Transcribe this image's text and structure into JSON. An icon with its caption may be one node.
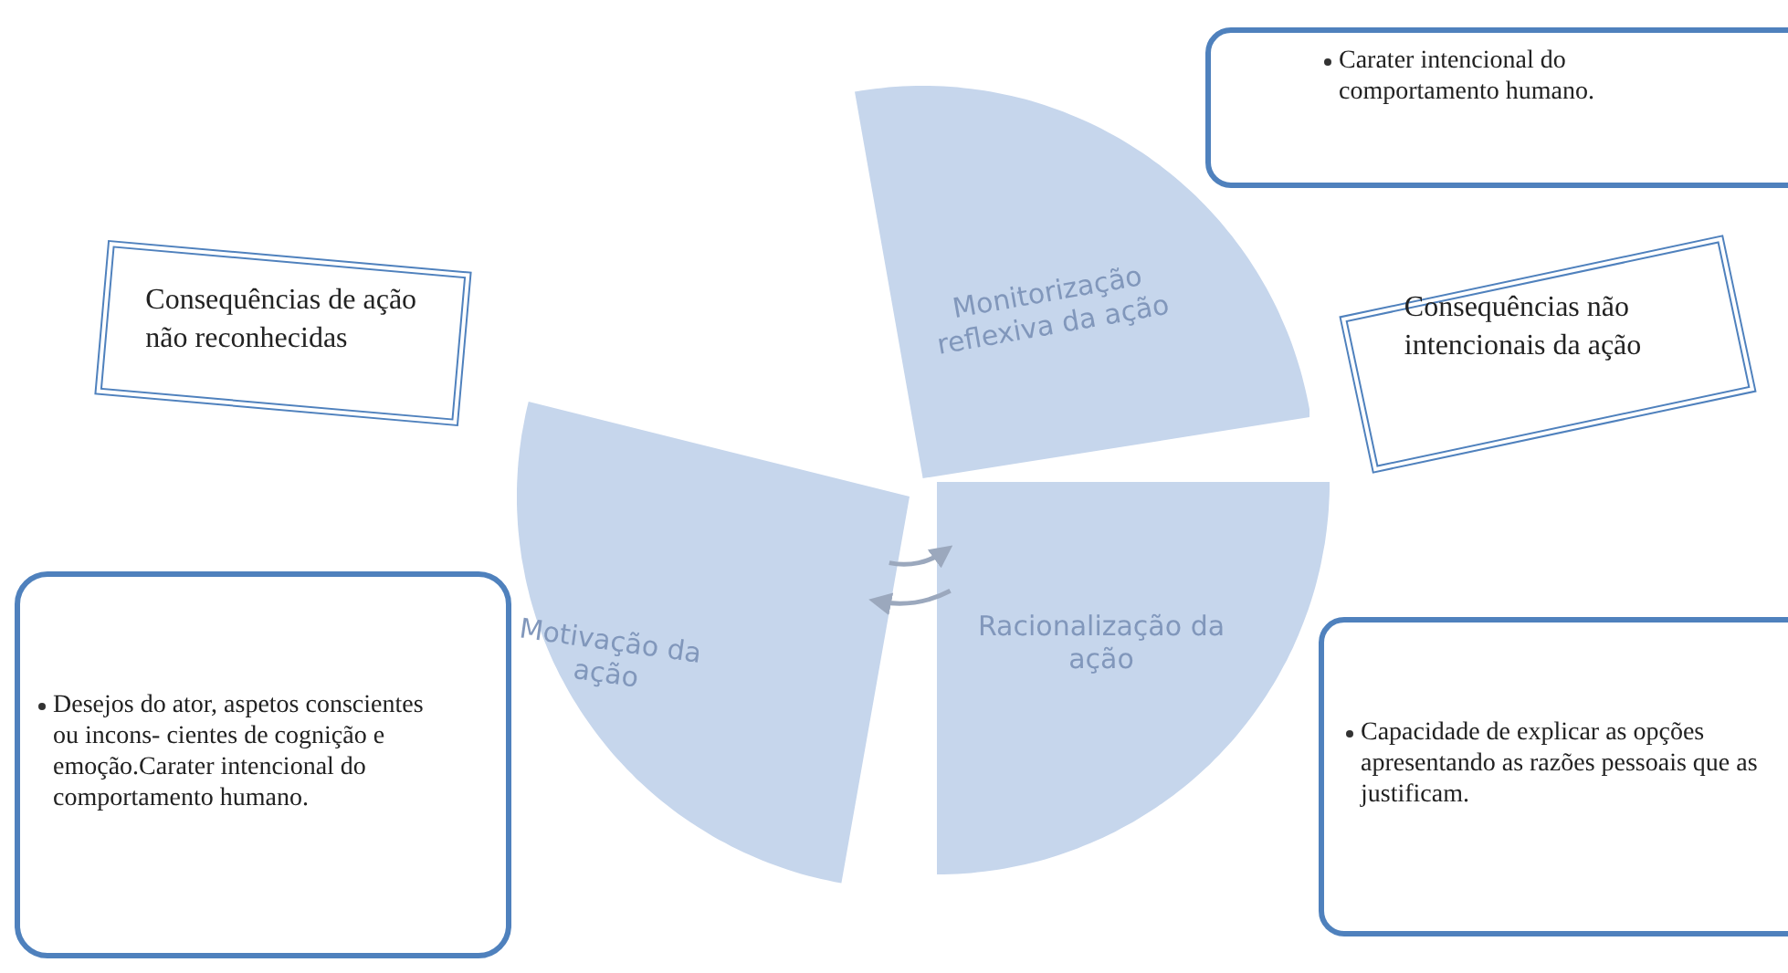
{
  "diagram": {
    "nodes": [
      {
        "text": [
          "Carater intencional do comportamento humano."
        ]
      },
      {
        "text": [
          "Monitorização reflexiva da ação"
        ]
      },
      {
        "text": [
          "Consequências não intencionais da ação"
        ]
      },
      {
        "text": [
          "Consequências de ação não reconhecidas"
        ]
      },
      {
        "text": [
          "Motivação da ação"
        ]
      },
      {
        "text": [
          "Racionalização da ação"
        ]
      },
      {
        "text": [
          "Desejos do ator, aspetos conscientes ou incons- cientes de cognição e emoção.Carater intencional do comportamento humano."
        ]
      },
      {
        "text": [
          "Capacidade de explicar as opções apresentando as razões pessoais que as justificam."
        ]
      }
    ],
    "edges": [
      {
        "from": 4,
        "to": 5,
        "arrow": "to"
      },
      {
        "from": 5,
        "to": 4,
        "arrow": "to"
      }
    ]
  }
}
